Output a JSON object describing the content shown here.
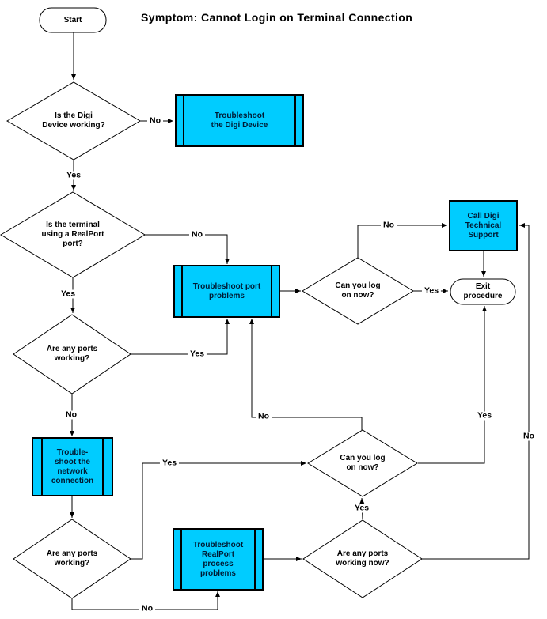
{
  "title": "Symptom: Cannot Login on Terminal Connection",
  "colors": {
    "process_fill": "#00CCFF",
    "line_color": "#000000",
    "background": "#FFFFFF"
  },
  "nodes": {
    "start": {
      "label": "Start",
      "type": "terminator"
    },
    "is_digi_device_working": {
      "label": "Is the Digi\nDevice working?",
      "type": "decision"
    },
    "troubleshoot_digi_device": {
      "label": "Troubleshoot\nthe Digi Device",
      "type": "predefined-process"
    },
    "is_terminal_using_realport": {
      "label": "Is the terminal\nusing a RealPort\nport?",
      "type": "decision"
    },
    "troubleshoot_port_problems": {
      "label": "Troubleshoot port\nproblems",
      "type": "predefined-process"
    },
    "are_any_ports_working_upper": {
      "label": "Are any ports\nworking?",
      "type": "decision"
    },
    "troubleshoot_network_connection": {
      "label": "Trouble-\nshoot the\nnetwork\nconnection",
      "type": "predefined-process"
    },
    "are_any_ports_working_lower": {
      "label": "Are any ports\nworking?",
      "type": "decision"
    },
    "troubleshoot_realport_process": {
      "label": "Troubleshoot\nRealPort\nprocess\nproblems",
      "type": "predefined-process"
    },
    "are_any_ports_working_now": {
      "label": "Are any ports\nworking now?",
      "type": "decision"
    },
    "can_you_log_on_now_upper": {
      "label": "Can you log\non now?",
      "type": "decision"
    },
    "can_you_log_on_now_lower": {
      "label": "Can you log\non now?",
      "type": "decision"
    },
    "call_digi_technical_support": {
      "label": "Call Digi\nTechnical\nSupport",
      "type": "process"
    },
    "exit_procedure": {
      "label": "Exit\nprocedure",
      "type": "terminator"
    }
  },
  "edge_labels": {
    "digi_working_no": "No",
    "digi_working_yes": "Yes",
    "using_realport_no": "No",
    "using_realport_yes": "Yes",
    "ports_working_upper_yes": "Yes",
    "ports_working_upper_no": "No",
    "ports_working_lower_yes": "Yes",
    "ports_working_lower_no": "No",
    "ports_working_now_yes": "Yes",
    "ports_working_now_no": "No",
    "can_log_upper_no": "No",
    "can_log_upper_yes": "Yes",
    "can_log_lower_no": "No",
    "can_log_lower_yes": "Yes"
  }
}
